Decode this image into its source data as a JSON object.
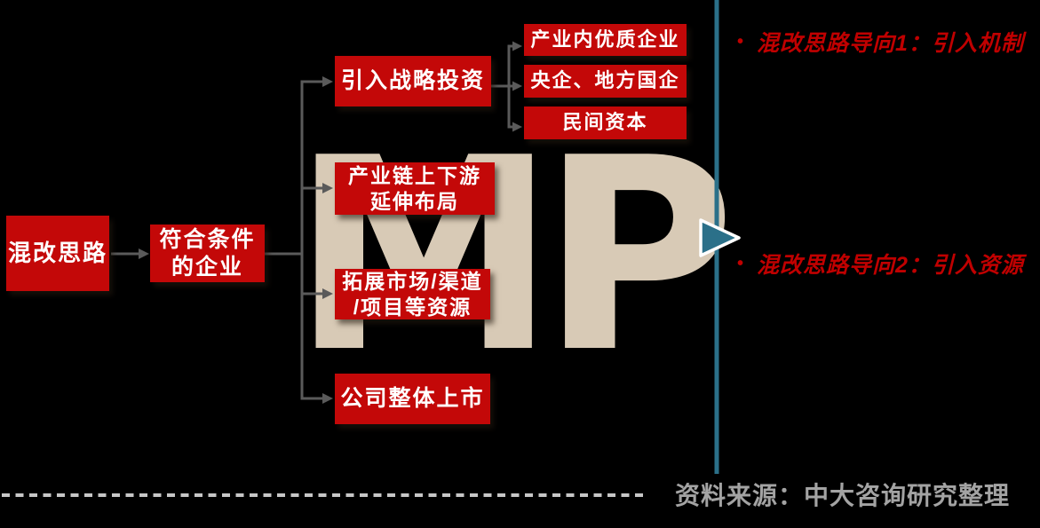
{
  "palette": {
    "background": "#000000",
    "node_red": "#C30808",
    "node_text": "#FFFFFF",
    "connector_gray": "#5A5A5A",
    "divider_teal": "#2B7089",
    "watermark_beige": "#D8CAB6",
    "annotation_red": "#C00000",
    "source_gray": "#A3A3A3",
    "dash_gray": "#C6C6C6"
  },
  "watermark": "MP",
  "nodes": {
    "root": {
      "label": "混改思路"
    },
    "qualified": {
      "lines": [
        "符合条件",
        "的企业"
      ]
    },
    "strategic": {
      "label": "引入战略投资"
    },
    "chain": {
      "lines": [
        "产业链上下游",
        "延伸布局"
      ]
    },
    "market": {
      "lines": [
        "拓展市场/渠道",
        "/项目等资源"
      ]
    },
    "listing": {
      "label": "公司整体上市"
    },
    "quality_firms": {
      "label": "产业内优质企业"
    },
    "soe": {
      "label": "央企、地方国企"
    },
    "private_capital": {
      "label": "民间资本"
    }
  },
  "annotations": [
    {
      "bullet": "•",
      "text": "混改思路导向1：引入机制"
    },
    {
      "bullet": "•",
      "text": "混改思路导向2：引入资源"
    }
  ],
  "source_note": "资料来源：中大咨询研究整理"
}
